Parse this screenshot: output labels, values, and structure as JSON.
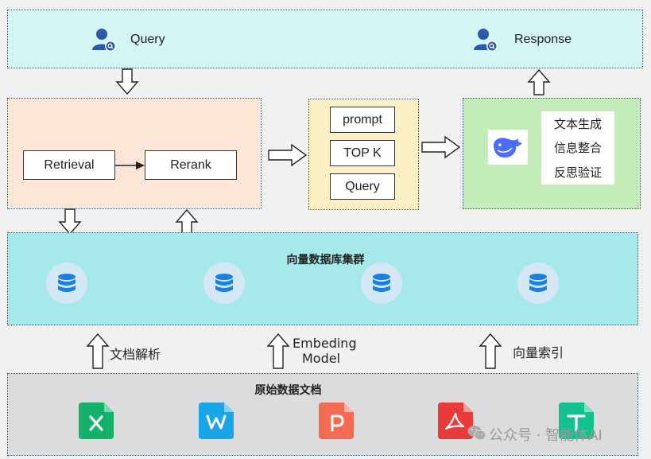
{
  "top": {
    "query_label": "Query",
    "response_label": "Response"
  },
  "retrieval_block": {
    "retrieval_label": "Retrieval",
    "rerank_label": "Rerank"
  },
  "prompt_block": {
    "items": [
      "prompt",
      "TOP K",
      "Query"
    ]
  },
  "llm_block": {
    "items": [
      "文本生成",
      "信息整合",
      "反思验证"
    ]
  },
  "vector_db": {
    "title": "向量数据库集群",
    "db_count": 4
  },
  "process_labels": {
    "parse": "文档解析",
    "embedding_line1": "Embeding",
    "embedding_line2": "Model",
    "index": "向量索引"
  },
  "raw_docs": {
    "title": "原始数据文档",
    "file_types": [
      "excel",
      "word",
      "powerpoint",
      "pdf",
      "text"
    ]
  },
  "watermark": "公众号 · 智能体AI",
  "colors": {
    "top_bg": "#d3f5f4",
    "retrieval_bg": "#fde6d8",
    "prompt_bg": "#fbefc4",
    "llm_bg": "#c4ecb8",
    "db_bg": "#a5e9ea",
    "raw_bg": "#dcdcdc",
    "person_icon": "#2b5aa8"
  }
}
